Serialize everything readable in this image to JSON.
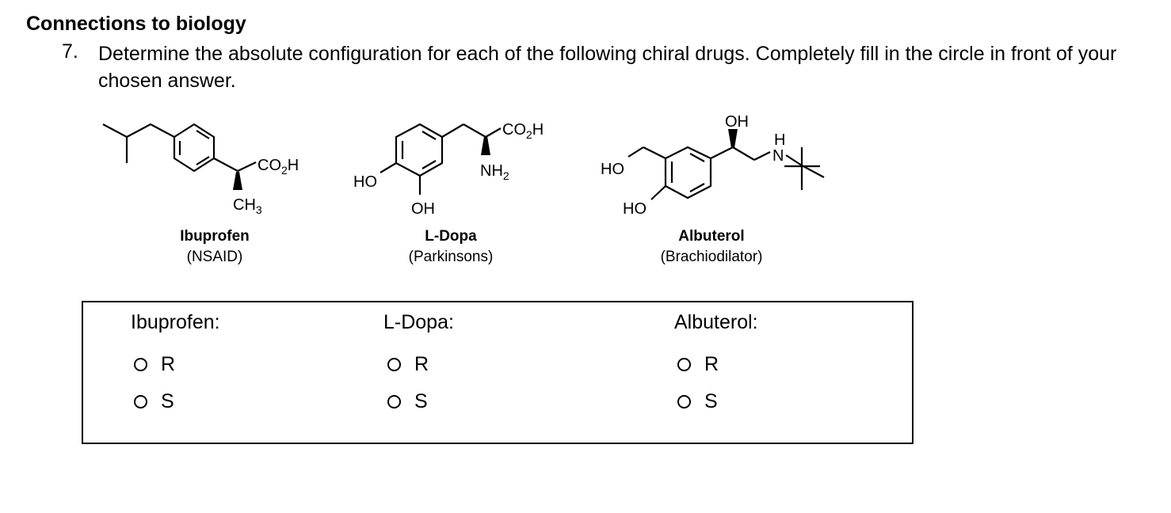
{
  "section_title": "Connections to biology",
  "question": {
    "number": "7.",
    "text": "Determine the absolute configuration for each of the following chiral drugs.  Completely fill in the circle in front of your chosen answer."
  },
  "structure_labels": {
    "ibuprofen_acid": "CO2H",
    "ibuprofen_methyl": "CH3",
    "dopa_acid": "CO2H",
    "dopa_amine": "NH2",
    "dopa_ho": "HO",
    "dopa_oh": "OH",
    "albuterol_ho_1": "HO",
    "albuterol_ho_2": "HO",
    "albuterol_oh": "OH",
    "albuterol_nh": "N",
    "albuterol_h": "H"
  },
  "drugs": [
    {
      "name": "Ibuprofen",
      "class": "(NSAID)"
    },
    {
      "name": "L-Dopa",
      "class": "(Parkinsons)"
    },
    {
      "name": "Albuterol",
      "class": "(Brachiodilator)"
    }
  ],
  "answers": [
    {
      "label": "Ibuprofen:",
      "options": [
        "R",
        "S"
      ]
    },
    {
      "label": "L-Dopa:",
      "options": [
        "R",
        "S"
      ]
    },
    {
      "label": "Albuterol:",
      "options": [
        "R",
        "S"
      ]
    }
  ]
}
